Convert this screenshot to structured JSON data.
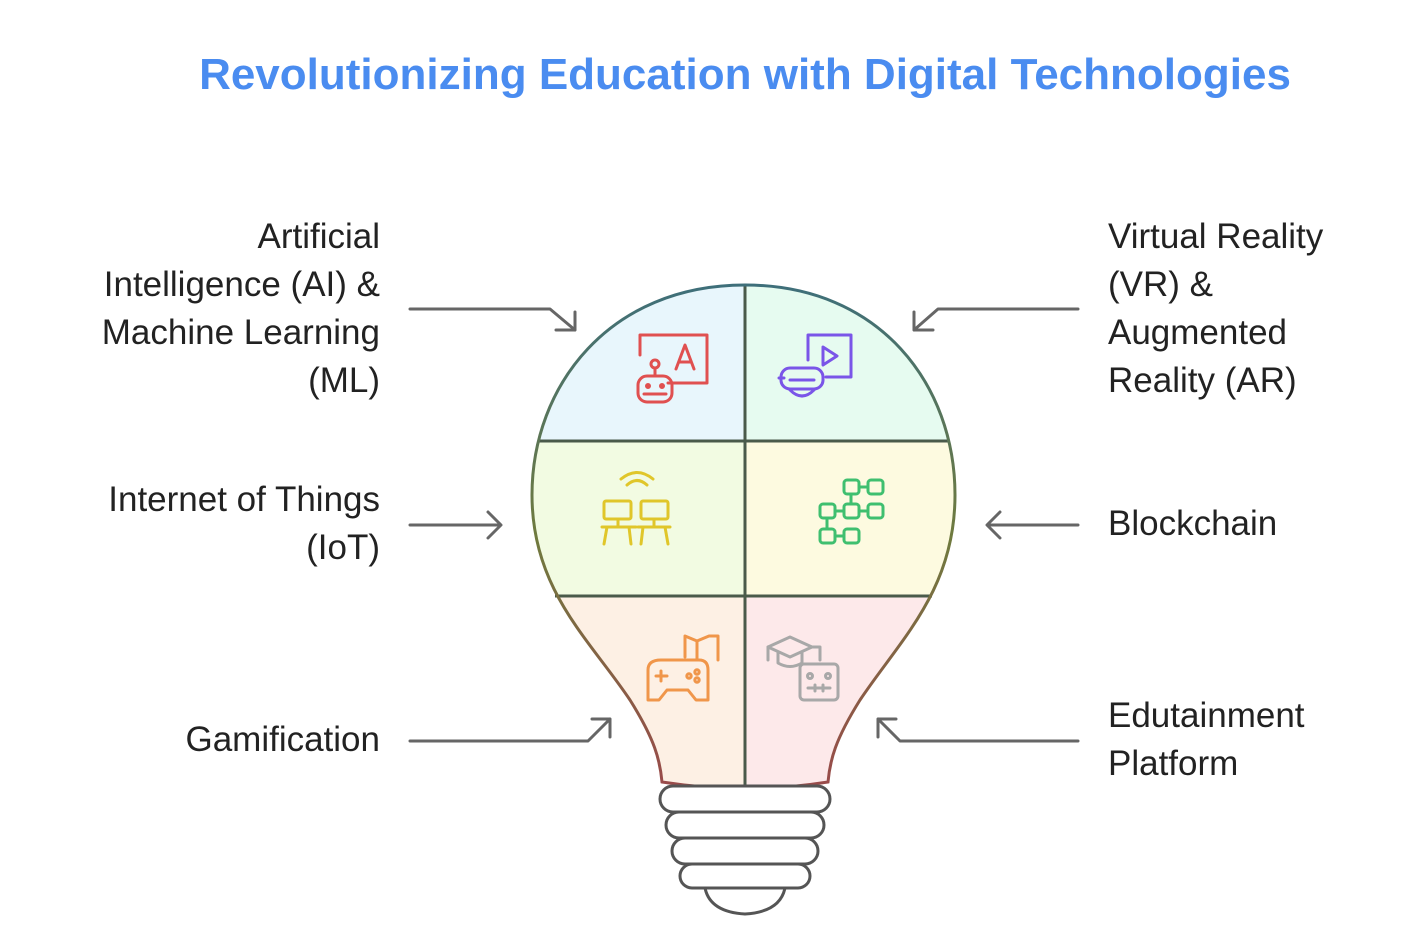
{
  "title": "Revolutionizing Education with Digital Technologies",
  "items": [
    {
      "label": "Artificial Intelligence (AI) & Machine Learning (ML)",
      "lines": [
        "Artificial",
        "Intelligence (AI) &",
        "Machine Learning",
        "(ML)"
      ],
      "icon": "robot-teacher-icon",
      "color": "#e05050",
      "fill": "#e8f6fc",
      "side": "left"
    },
    {
      "label": "Virtual Reality (VR) & Augmented Reality (AR)",
      "lines": [
        "Virtual Reality",
        "(VR) &",
        "Augmented",
        "Reality (AR)"
      ],
      "icon": "vr-headset-icon",
      "color": "#7a55e8",
      "fill": "#e6fbf0",
      "side": "right"
    },
    {
      "label": "Internet of Things (IoT)",
      "lines": [
        "Internet of Things",
        "(IoT)"
      ],
      "icon": "connected-desks-icon",
      "color": "#e0c62a",
      "fill": "#f2fbe2",
      "side": "left"
    },
    {
      "label": "Blockchain",
      "lines": [
        "Blockchain"
      ],
      "icon": "blockchain-icon",
      "color": "#3fbf6f",
      "fill": "#fdfae0",
      "side": "right"
    },
    {
      "label": "Gamification",
      "lines": [
        "Gamification"
      ],
      "icon": "gamepad-book-icon",
      "color": "#f0964a",
      "fill": "#fdf0e4",
      "side": "left"
    },
    {
      "label": "Edutainment Platform",
      "lines": [
        "Edutainment",
        "Platform"
      ],
      "icon": "graduation-robot-icon",
      "color": "#a8a8a8",
      "fill": "#fde9ea",
      "side": "right"
    }
  ]
}
